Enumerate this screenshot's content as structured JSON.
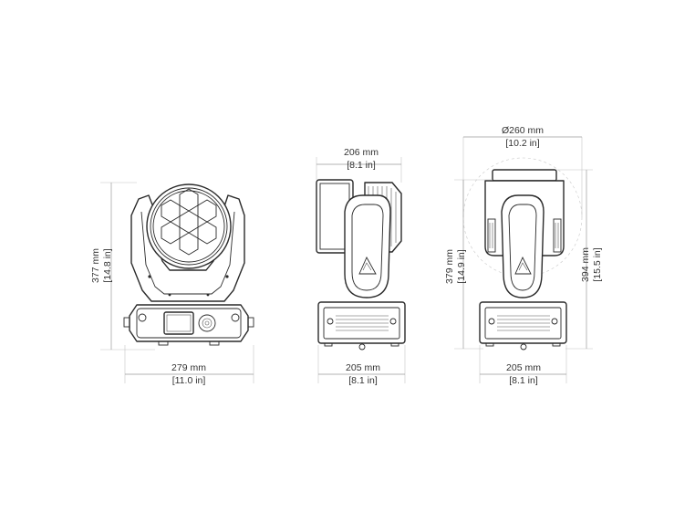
{
  "front_view": {
    "height_mm": "377 mm",
    "height_in": "[14.8 in]",
    "width_mm": "279 mm",
    "width_in": "[11.0 in]"
  },
  "side_view": {
    "top_width_mm": "206 mm",
    "top_width_in": "[8.1 in]",
    "height_mm": "379 mm",
    "height_in": "[14.9 in]",
    "base_width_mm": "205 mm",
    "base_width_in": "[8.1 in]"
  },
  "rear_view": {
    "diameter_mm": "Ø260 mm",
    "diameter_in": "[10.2 in]",
    "height_mm": "394 mm",
    "height_in": "[15.5 in]",
    "base_width_mm": "205 mm",
    "base_width_in": "[8.1 in]"
  },
  "colors": {
    "outline": "#2a2a2a",
    "dimension": "#9a9a9a",
    "text": "#333333"
  }
}
